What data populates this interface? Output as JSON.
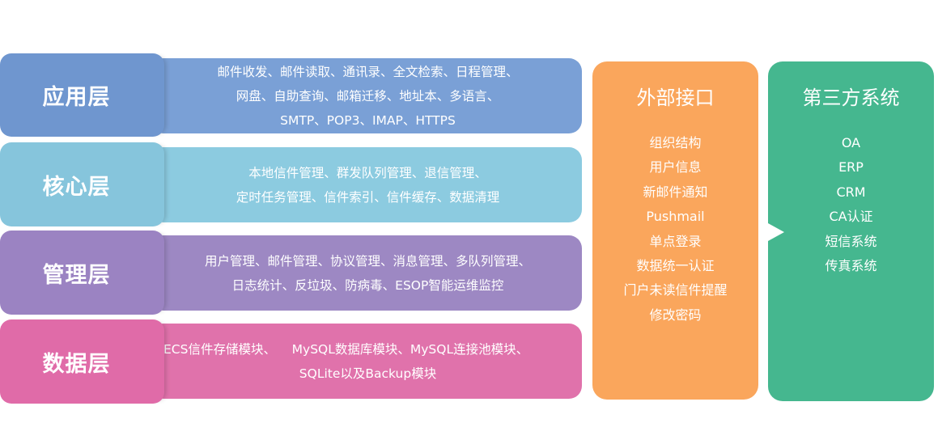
{
  "layers": [
    {
      "name": "应用层",
      "lines": [
        "邮件收发、邮件读取、通讯录、全文检索、日程管理、",
        "网盘、自助查询、邮箱迁移、地址本、多语言、",
        "SMTP、POP3、IMAP、HTTPS"
      ]
    },
    {
      "name": "核心层",
      "lines": [
        "本地信件管理、群发队列管理、退信管理、",
        "定时任务管理、信件索引、信件缓存、数据清理"
      ]
    },
    {
      "name": "管理层",
      "lines": [
        "用户管理、邮件管理、协议管理、消息管理、多队列管理、",
        "日志统计、反垃圾、防病毒、ESOP智能运维监控"
      ]
    },
    {
      "name": "数据层",
      "lines": [
        "ECS信件存储模块、    MySQL数据库模块、MySQL连接池模块、",
        "SQLite以及Backup模块"
      ]
    }
  ],
  "external": {
    "title": "外部接口",
    "items": [
      "组织结构",
      "用户信息",
      "新邮件通知",
      "Pushmail",
      "单点登录",
      "数据统一认证",
      "门户未读信件提醒",
      "修改密码"
    ]
  },
  "third_party": {
    "title": "第三方系统",
    "items": [
      "OA",
      "ERP",
      "CRM",
      "CA认证",
      "短信系统",
      "传真系统"
    ]
  },
  "colors": {
    "app_layer": "#7aa0d6",
    "core_layer": "#8ccbe0",
    "mgmt_layer": "#9d88c3",
    "data_layer": "#e072ab",
    "external_panel": "#faa65c",
    "third_party_panel": "#45b78f"
  }
}
